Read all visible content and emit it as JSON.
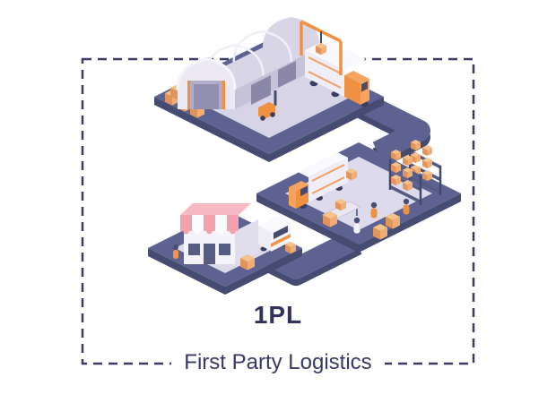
{
  "title": "1PL",
  "subtitle": "First Party Logistics",
  "frame": {
    "style": "dashed",
    "border_color": "#3c3a66"
  },
  "colors": {
    "text_navy": "#33315e",
    "road_slate": "#5d6290",
    "road_slate_dark": "#464b72",
    "accent_orange": "#ef9142",
    "crate_tan": "#f3ad74",
    "awning_pink": "#f2a2ac",
    "building_gray": "#d7d5e6",
    "background": "#ffffff"
  },
  "illustration": {
    "scene": "isometric-first-party-logistics",
    "elements": [
      "warehouse with arched roof",
      "gantry crane",
      "cargo truck",
      "pallet crates",
      "forklift",
      "distribution yard with delivery truck",
      "storage racks",
      "workers",
      "retail store with striped awning",
      "delivery van",
      "connecting roads"
    ]
  }
}
